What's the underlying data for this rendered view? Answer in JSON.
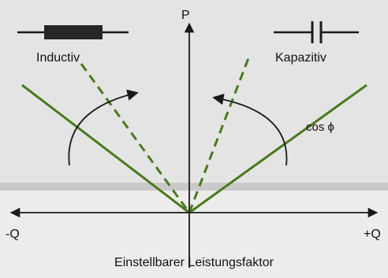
{
  "labels": {
    "p_axis": "P",
    "neg_q": "-Q",
    "pos_q": "+Q",
    "inductive": "Inductiv",
    "capacitive": "Kapazitiv",
    "cos_phi": "cos ϕ",
    "caption": "Einstellbarer Leistungsfaktor"
  },
  "icons": {
    "inductor": "inductor-symbol-icon",
    "capacitor": "capacitor-symbol-icon"
  },
  "colors": {
    "background": "#e4e4e4",
    "band": "#c9c9c9",
    "caption_band": "#ececec",
    "line_green": "#4a7a1c",
    "axis": "#1a1a1a"
  }
}
